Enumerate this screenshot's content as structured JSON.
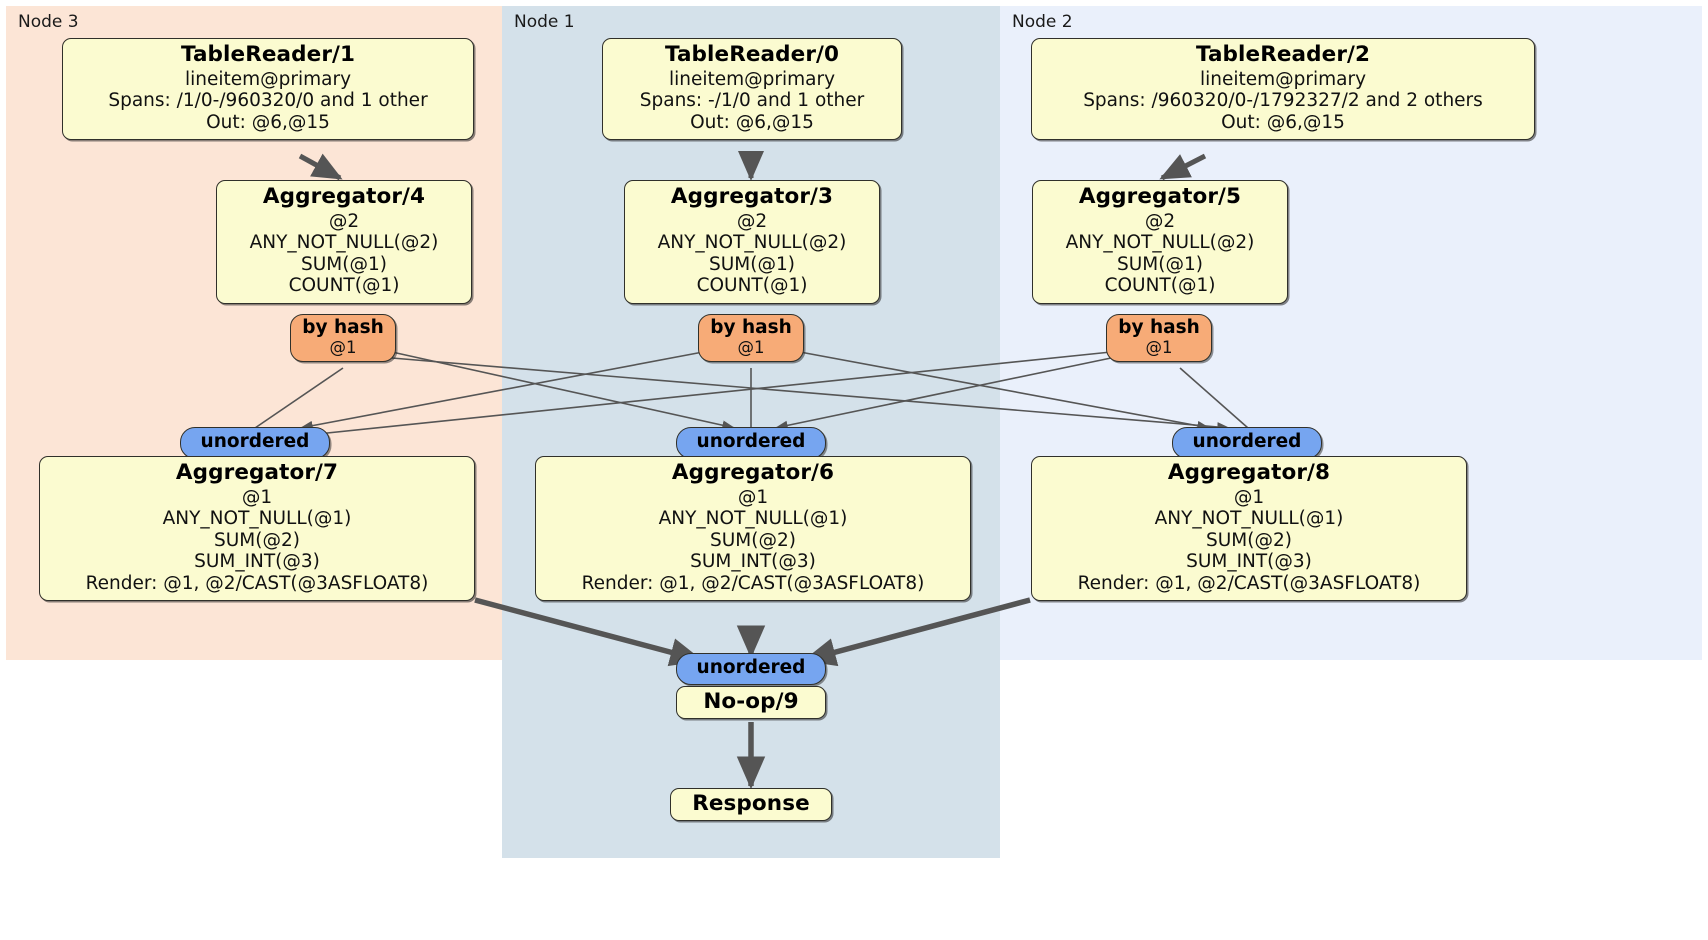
{
  "diagram": {
    "type": "distributed-query-plan",
    "colors": {
      "node3_panel": "#fce5d6",
      "node1_panel": "#d4e1ea",
      "node2_panel": "#eaf0fb",
      "processor_box": "#fbfbd0",
      "hash_router": "#f7ab77",
      "unordered_sync": "#76a5f0",
      "edge": "#555555",
      "border": "#30302a"
    }
  },
  "nodes": [
    {
      "id": "node3",
      "label": "Node 3"
    },
    {
      "id": "node1",
      "label": "Node 1"
    },
    {
      "id": "node2",
      "label": "Node 2"
    }
  ],
  "processors": {
    "tablereader1": {
      "title": "TableReader/1",
      "lines": [
        "lineitem@primary",
        "Spans: /1/0-/960320/0 and 1 other",
        "Out: @6,@15"
      ]
    },
    "tablereader0": {
      "title": "TableReader/0",
      "lines": [
        "lineitem@primary",
        "Spans: -/1/0 and 1 other",
        "Out: @6,@15"
      ]
    },
    "tablereader2": {
      "title": "TableReader/2",
      "lines": [
        "lineitem@primary",
        "Spans: /960320/0-/1792327/2 and 2 others",
        "Out: @6,@15"
      ]
    },
    "aggregator4": {
      "title": "Aggregator/4",
      "lines": [
        "@2",
        "ANY_NOT_NULL(@2)",
        "SUM(@1)",
        "COUNT(@1)"
      ]
    },
    "aggregator3": {
      "title": "Aggregator/3",
      "lines": [
        "@2",
        "ANY_NOT_NULL(@2)",
        "SUM(@1)",
        "COUNT(@1)"
      ]
    },
    "aggregator5": {
      "title": "Aggregator/5",
      "lines": [
        "@2",
        "ANY_NOT_NULL(@2)",
        "SUM(@1)",
        "COUNT(@1)"
      ]
    },
    "aggregator7": {
      "title": "Aggregator/7",
      "lines": [
        "@1",
        "ANY_NOT_NULL(@1)",
        "SUM(@2)",
        "SUM_INT(@3)",
        "Render: @1, @2/CAST(@3ASFLOAT8)"
      ]
    },
    "aggregator6": {
      "title": "Aggregator/6",
      "lines": [
        "@1",
        "ANY_NOT_NULL(@1)",
        "SUM(@2)",
        "SUM_INT(@3)",
        "Render: @1, @2/CAST(@3ASFLOAT8)"
      ]
    },
    "aggregator8": {
      "title": "Aggregator/8",
      "lines": [
        "@1",
        "ANY_NOT_NULL(@1)",
        "SUM(@2)",
        "SUM_INT(@3)",
        "Render: @1, @2/CAST(@3ASFLOAT8)"
      ]
    },
    "noop9": {
      "title": "No-op/9",
      "lines": []
    },
    "response": {
      "title": "Response",
      "lines": []
    }
  },
  "routers": {
    "hash_left": {
      "label": "by hash",
      "column": "@1"
    },
    "hash_center": {
      "label": "by hash",
      "column": "@1"
    },
    "hash_right": {
      "label": "by hash",
      "column": "@1"
    }
  },
  "synchronizers": {
    "unordered_left": {
      "label": "unordered"
    },
    "unordered_center": {
      "label": "unordered"
    },
    "unordered_right": {
      "label": "unordered"
    },
    "unordered_final": {
      "label": "unordered"
    }
  }
}
